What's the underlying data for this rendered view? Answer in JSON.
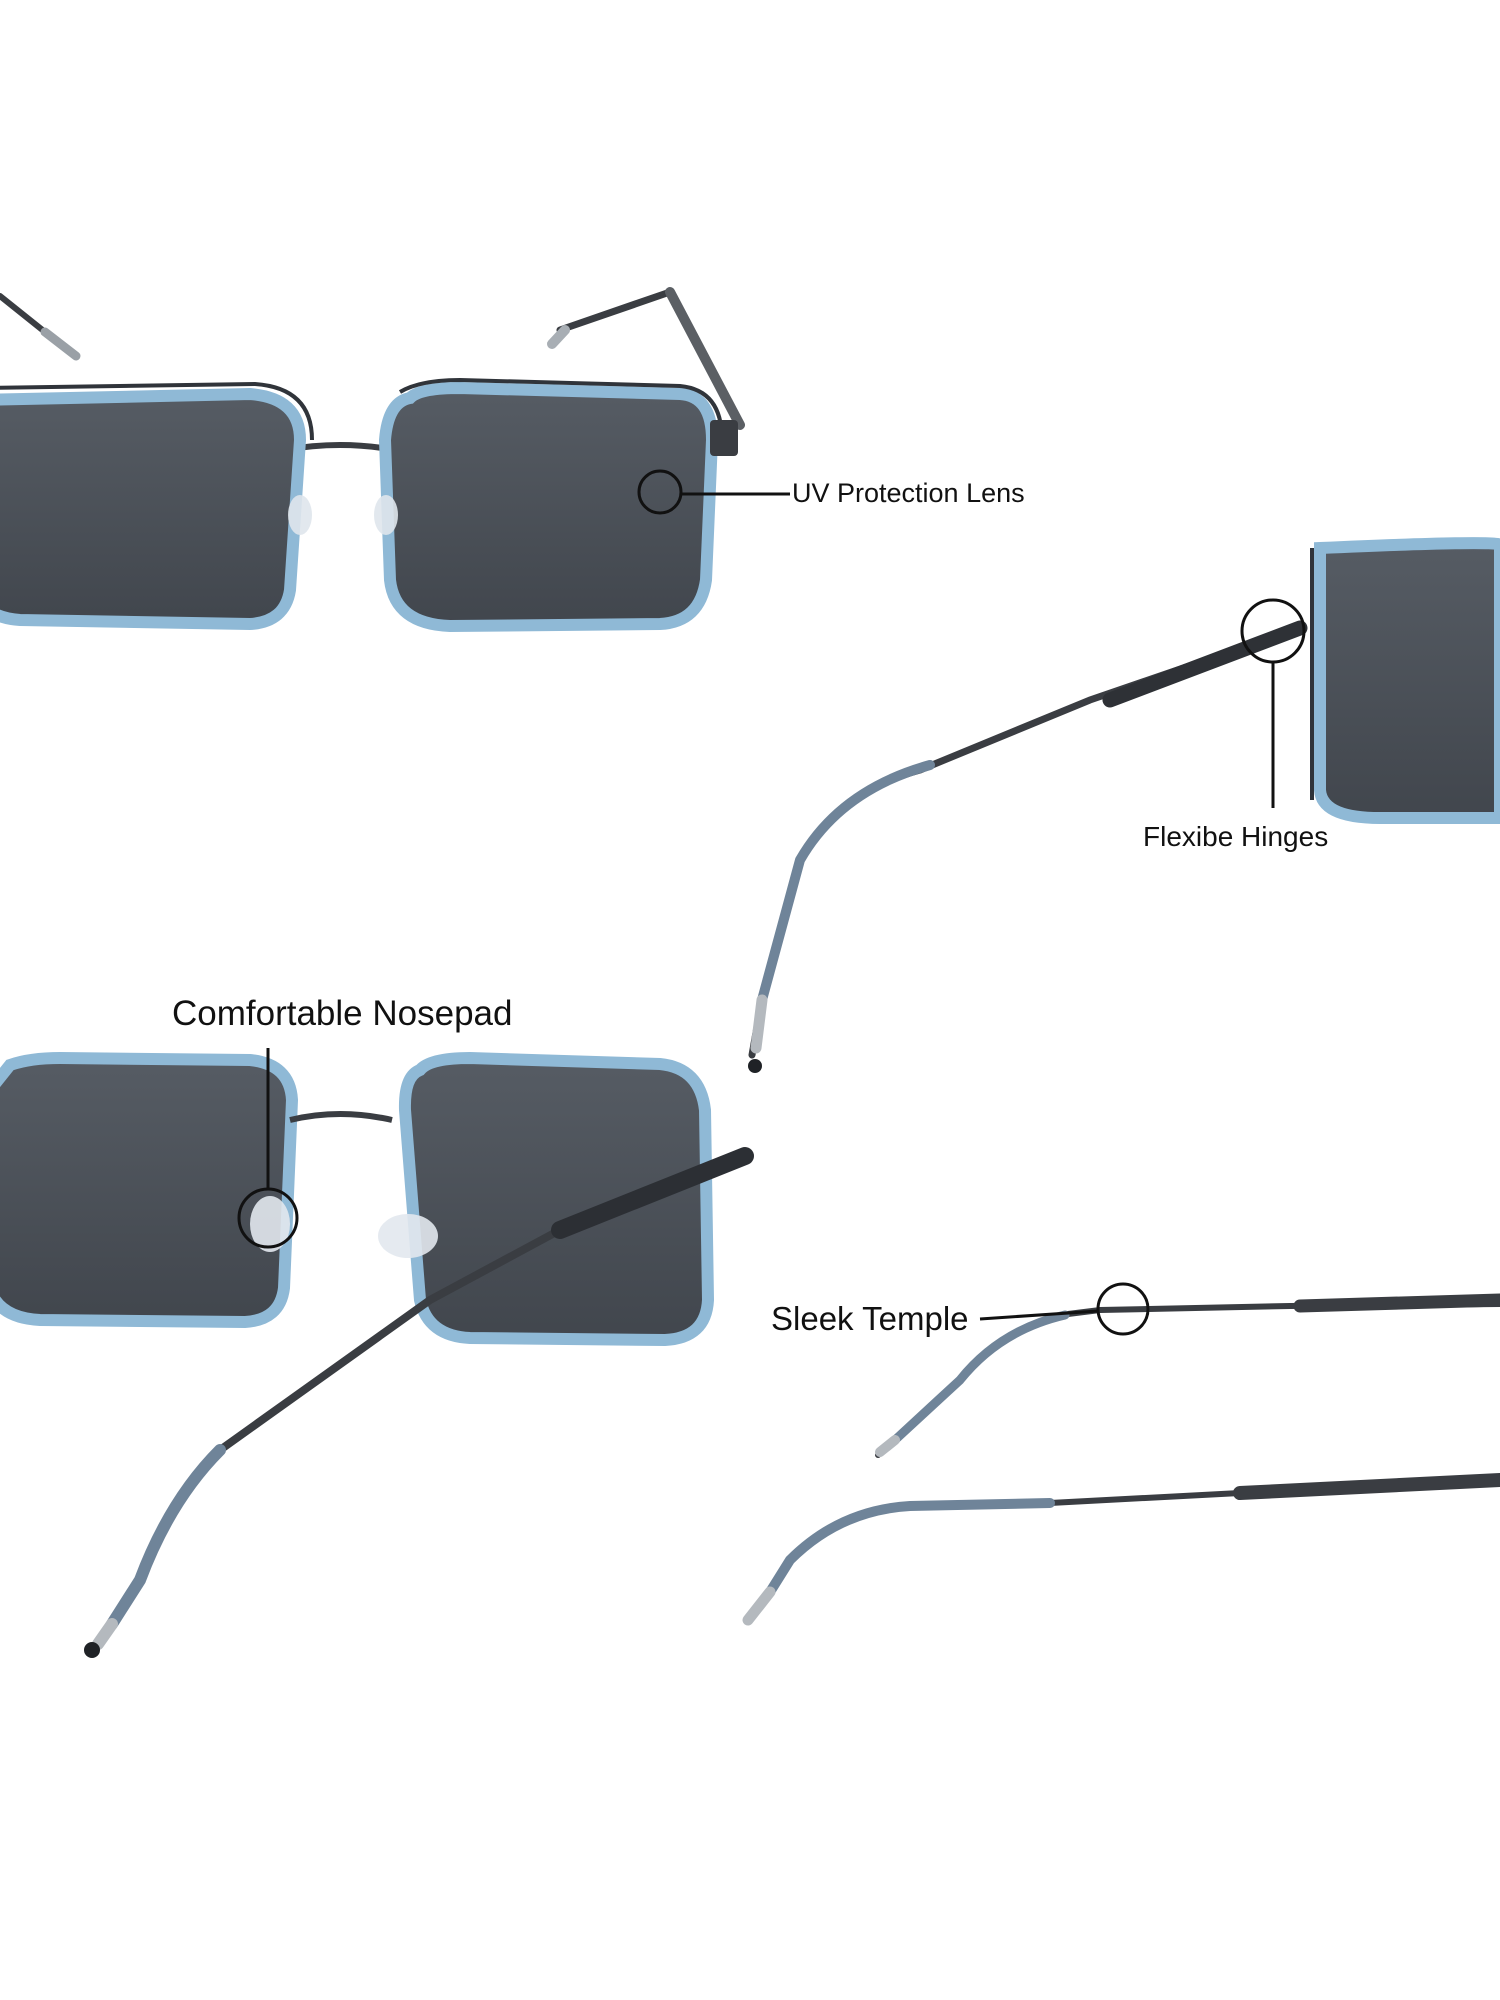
{
  "callouts": {
    "uv_lens": "UV Protection Lens",
    "hinges": "Flexibe Hinges",
    "nosepad": "Comfortable Nosepad",
    "temple": "Sleek Temple"
  },
  "colors": {
    "background": "#ffffff",
    "lens": "#4f555d",
    "frame_rim": "#8fb9d6",
    "metal": "#3c3f44",
    "callout_line": "#111111"
  }
}
